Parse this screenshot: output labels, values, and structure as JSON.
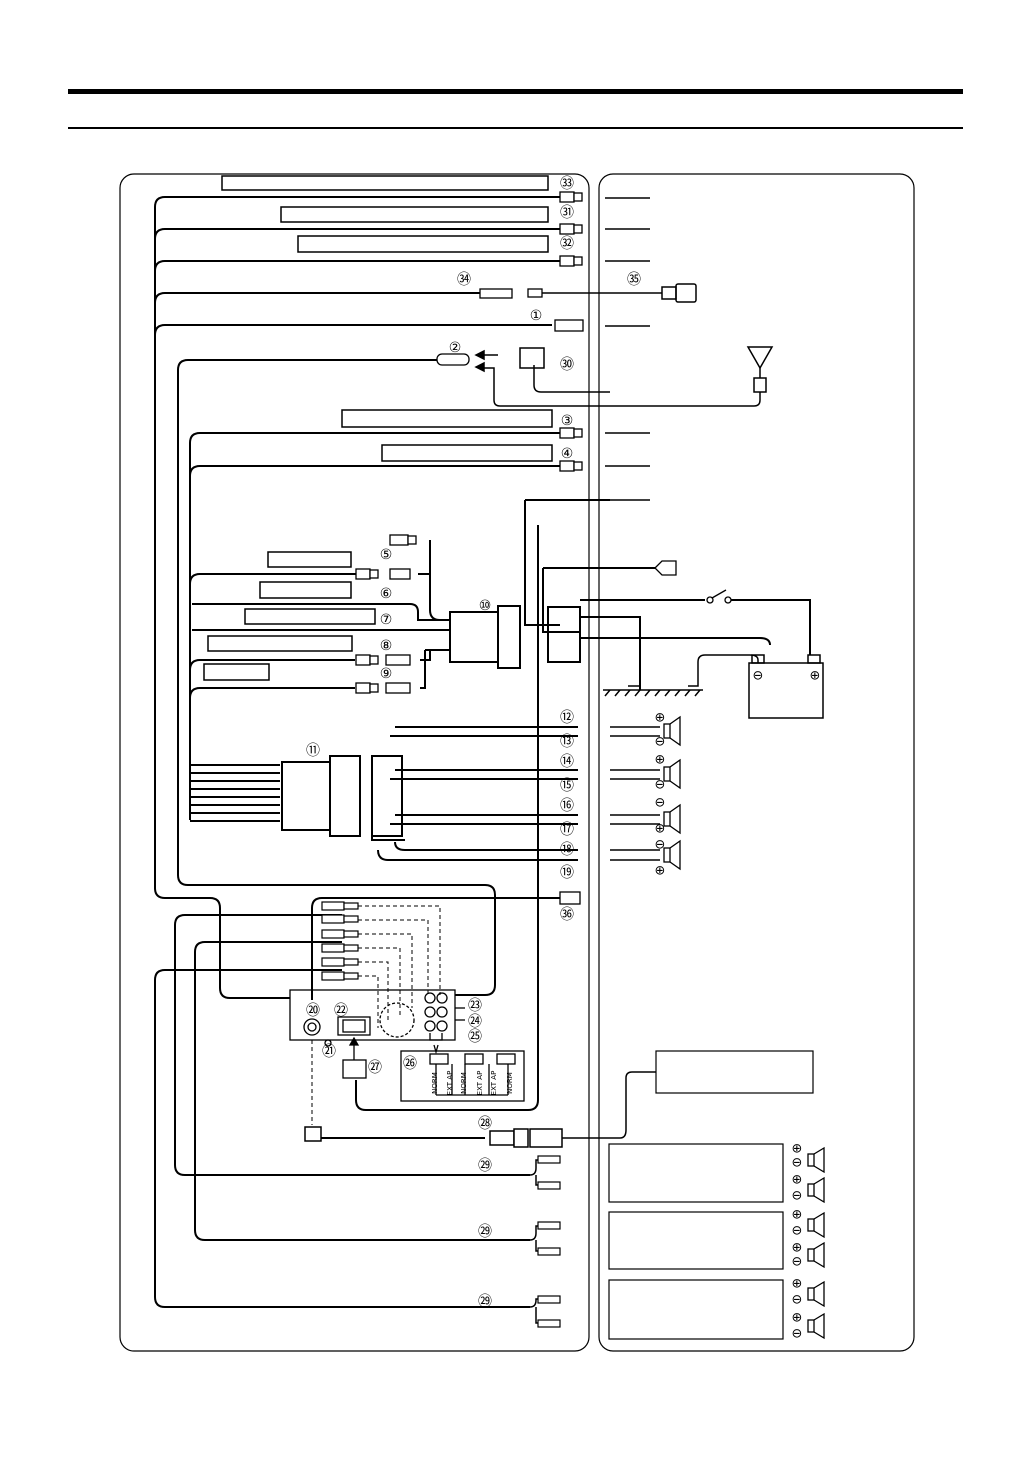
{
  "diagram": {
    "callouts": [
      {
        "n": "1",
        "label": "①"
      },
      {
        "n": "2",
        "label": "②"
      },
      {
        "n": "3",
        "label": "③"
      },
      {
        "n": "4",
        "label": "④"
      },
      {
        "n": "5",
        "label": "⑤"
      },
      {
        "n": "6",
        "label": "⑥"
      },
      {
        "n": "7",
        "label": "⑦"
      },
      {
        "n": "8",
        "label": "⑧"
      },
      {
        "n": "9",
        "label": "⑨"
      },
      {
        "n": "10",
        "label": "⑩"
      },
      {
        "n": "11",
        "label": "⑪"
      },
      {
        "n": "12",
        "label": "⑫"
      },
      {
        "n": "13",
        "label": "⑬"
      },
      {
        "n": "14",
        "label": "⑭"
      },
      {
        "n": "15",
        "label": "⑮"
      },
      {
        "n": "16",
        "label": "⑯"
      },
      {
        "n": "17",
        "label": "⑰"
      },
      {
        "n": "18",
        "label": "⑱"
      },
      {
        "n": "19",
        "label": "⑲"
      },
      {
        "n": "20",
        "label": "⑳"
      },
      {
        "n": "21",
        "label": "㉑"
      },
      {
        "n": "22",
        "label": "㉒"
      },
      {
        "n": "23",
        "label": "㉓"
      },
      {
        "n": "24",
        "label": "㉔"
      },
      {
        "n": "25",
        "label": "㉕"
      },
      {
        "n": "26",
        "label": "㉖"
      },
      {
        "n": "27",
        "label": "㉗"
      },
      {
        "n": "28",
        "label": "㉘"
      },
      {
        "n": "29a",
        "label": "㉙"
      },
      {
        "n": "29b",
        "label": "㉙"
      },
      {
        "n": "29c",
        "label": "㉙"
      },
      {
        "n": "30",
        "label": "㉚"
      },
      {
        "n": "31",
        "label": "㉛"
      },
      {
        "n": "32",
        "label": "㉜"
      },
      {
        "n": "33",
        "label": "㉝"
      },
      {
        "n": "34",
        "label": "㉞"
      },
      {
        "n": "35",
        "label": "㉟"
      },
      {
        "n": "36",
        "label": "㊱"
      }
    ],
    "switches": [
      {
        "label": "NORM"
      },
      {
        "label": "EXT AP"
      },
      {
        "label": "NORM"
      },
      {
        "label": "EXT AP"
      },
      {
        "label": "EXT AP"
      },
      {
        "label": "NORM"
      }
    ],
    "symbols": {
      "plus": "⊕",
      "minus": "⊖"
    },
    "icons": [
      "antenna-icon",
      "battery-icon",
      "speaker-icon",
      "ground-icon",
      "fuse-icon",
      "ignition-switch-icon",
      "rca-plug-icon"
    ]
  }
}
